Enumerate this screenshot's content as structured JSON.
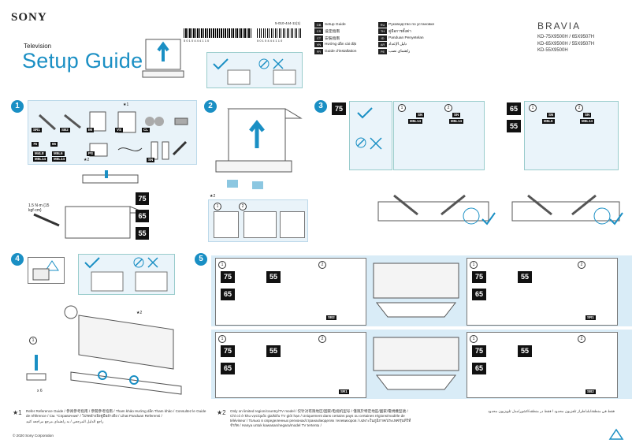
{
  "header": {
    "brand": "SONY",
    "product_type": "Television",
    "title": "Setup Guide",
    "series": "BRAVIA",
    "models": [
      "KD-75X9500H / 65X9507H",
      "KD-65X9500H / 55X9507H",
      "KD-55X9500H"
    ],
    "part_number": "5-010-444-11(1)",
    "barcode_text": "5 0 1 0 4 4 4 1 1 0",
    "barcode2_text": "5 0 1 0 4 4 4 1 1 0"
  },
  "languages_left": [
    {
      "code": "GB",
      "label": "Setup Guide"
    },
    {
      "code": "CS",
      "label": "设定指南"
    },
    {
      "code": "CT",
      "label": "安裝指南"
    },
    {
      "code": "VN",
      "label": "Hướng dẫn cài đặt"
    },
    {
      "code": "FR",
      "label": "Guide d'installation"
    }
  ],
  "languages_right": [
    {
      "code": "RU",
      "label": "Руководство по установке"
    },
    {
      "code": "TH",
      "label": "คู่มือการตั้งค่า"
    },
    {
      "code": "ID",
      "label": "Panduan Penyetelan"
    },
    {
      "code": "AR",
      "label": "دليل الإعداد"
    },
    {
      "code": "PE",
      "label": "راهنمای نصب"
    }
  ],
  "steps": [
    "1",
    "2",
    "3",
    "4",
    "5"
  ],
  "step1": {
    "part_labels": [
      "SR1",
      "SB2",
      "IM",
      "VS",
      "CL",
      "M4L8",
      "M5L14",
      "SN",
      "RC",
      "PS"
    ],
    "size_labels": [
      "75",
      "65",
      "55"
    ],
    "screw_label": "M4L8",
    "screw_label2": "M5L14",
    "screw_label3": "M5L6",
    "screw_label4": "M5L14",
    "screwdriver": "1.5 N·m {15 kgf·cm}",
    "star1": "★1",
    "star2": "★2"
  },
  "step3": {
    "size_75": "75",
    "size_65": "65",
    "size_55": "55",
    "tag_sn": "SN",
    "tag_m5l14": "M5L14",
    "tag_m5l6": "M5L6"
  },
  "step5": {
    "sizes": [
      "75",
      "65",
      "55"
    ],
    "tags": [
      "SR1",
      "SB2"
    ]
  },
  "footer": {
    "note1_mark": "★1",
    "note1": "Refer Reference Guide / 参阅参考指南 / 參閱參考指南 / Tham khảo Hướng dẫn Tham khảo / Consultez le Guide de référence / См. \"Справочник\" / โปรดอ้างอิงคู่มืออ้างอิง / Lihat Panduan Referensi /",
    "note1_ar": "راجع الدليل المرجعي / به راهنمای مرجع مراجعه کنید",
    "note2_mark": "★2",
    "note2": "Only on limited region/country/TV model / 仅针对有限地区/国家/电视机型号 / 僅限於特定地區/國家/電視機型號 / Chỉ có ở khu vực/quốc gia/kiểu TV giới hạn / Uniquement dans certains pays ou certaines régions/modèle de téléviseur / Только в определенных регионах/странах/моделях телевизоров / เฉพาะในภูมิภาค/ประเทศ/รุ่นทีวีที่จำกัด / Hanya untuk kawasan/negara/model TV tertentu /",
    "note2_ar": "فقط في منطقة/بلد/طراز تلفزيون محدود / فقط در منطقه/کشور/مدل تلویزیون محدود",
    "copyright": "© 2020 Sony Corporation"
  },
  "colors": {
    "accent": "#1a8fc4",
    "panel": "#e9f3f9"
  }
}
